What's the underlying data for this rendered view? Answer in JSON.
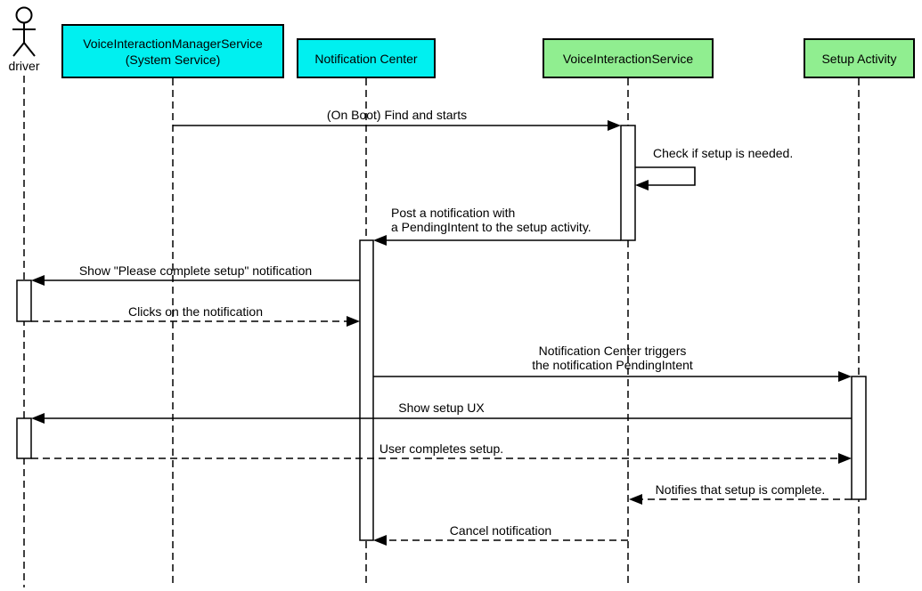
{
  "participants": {
    "driver": {
      "label": "driver",
      "type": "actor"
    },
    "vims": {
      "label_line1": "VoiceInteractionManagerService",
      "label_line2": "(System Service)",
      "fill": "#00F0F0"
    },
    "notification_center": {
      "label": "Notification Center",
      "fill": "#00F0F0"
    },
    "vis": {
      "label": "VoiceInteractionService",
      "fill": "#90EE90"
    },
    "setup_activity": {
      "label": "Setup Activity",
      "fill": "#90EE90"
    }
  },
  "colors": {
    "system_service_fill": "#00F0F0",
    "app_component_fill": "#90EE90",
    "stroke": "#000000",
    "background": "#FFFFFF"
  },
  "messages": {
    "m1": {
      "text": "(On Boot) Find and starts",
      "from": "VoiceInteractionManagerService (System Service)",
      "to": "VoiceInteractionService",
      "line": "solid"
    },
    "m2": {
      "text": "Check if setup is needed.",
      "from": "VoiceInteractionService",
      "to": "VoiceInteractionService",
      "line": "solid",
      "self_message": true
    },
    "m3": {
      "lines": [
        "Post a notification with",
        "a PendingIntent to the setup activity."
      ],
      "from": "VoiceInteractionService",
      "to": "Notification Center",
      "line": "solid"
    },
    "m4": {
      "text": "Show \"Please complete setup\" notification",
      "from": "Notification Center",
      "to": "driver",
      "line": "solid"
    },
    "m5": {
      "text": "Clicks on the notification",
      "from": "driver",
      "to": "Notification Center",
      "line": "dashed"
    },
    "m6": {
      "lines": [
        "Notification Center triggers",
        "the notification PendingIntent"
      ],
      "from": "Notification Center",
      "to": "Setup Activity",
      "line": "solid"
    },
    "m7": {
      "text": "Show setup UX",
      "from": "Setup Activity",
      "to": "driver",
      "line": "solid"
    },
    "m8": {
      "text": "User completes setup.",
      "from": "driver",
      "to": "Setup Activity",
      "line": "dashed"
    },
    "m9": {
      "text": "Notifies that setup is complete.",
      "from": "Setup Activity",
      "to": "VoiceInteractionService",
      "line": "dashed"
    },
    "m10": {
      "text": "Cancel notification",
      "from": "VoiceInteractionService",
      "to": "Notification Center",
      "line": "dashed"
    }
  }
}
